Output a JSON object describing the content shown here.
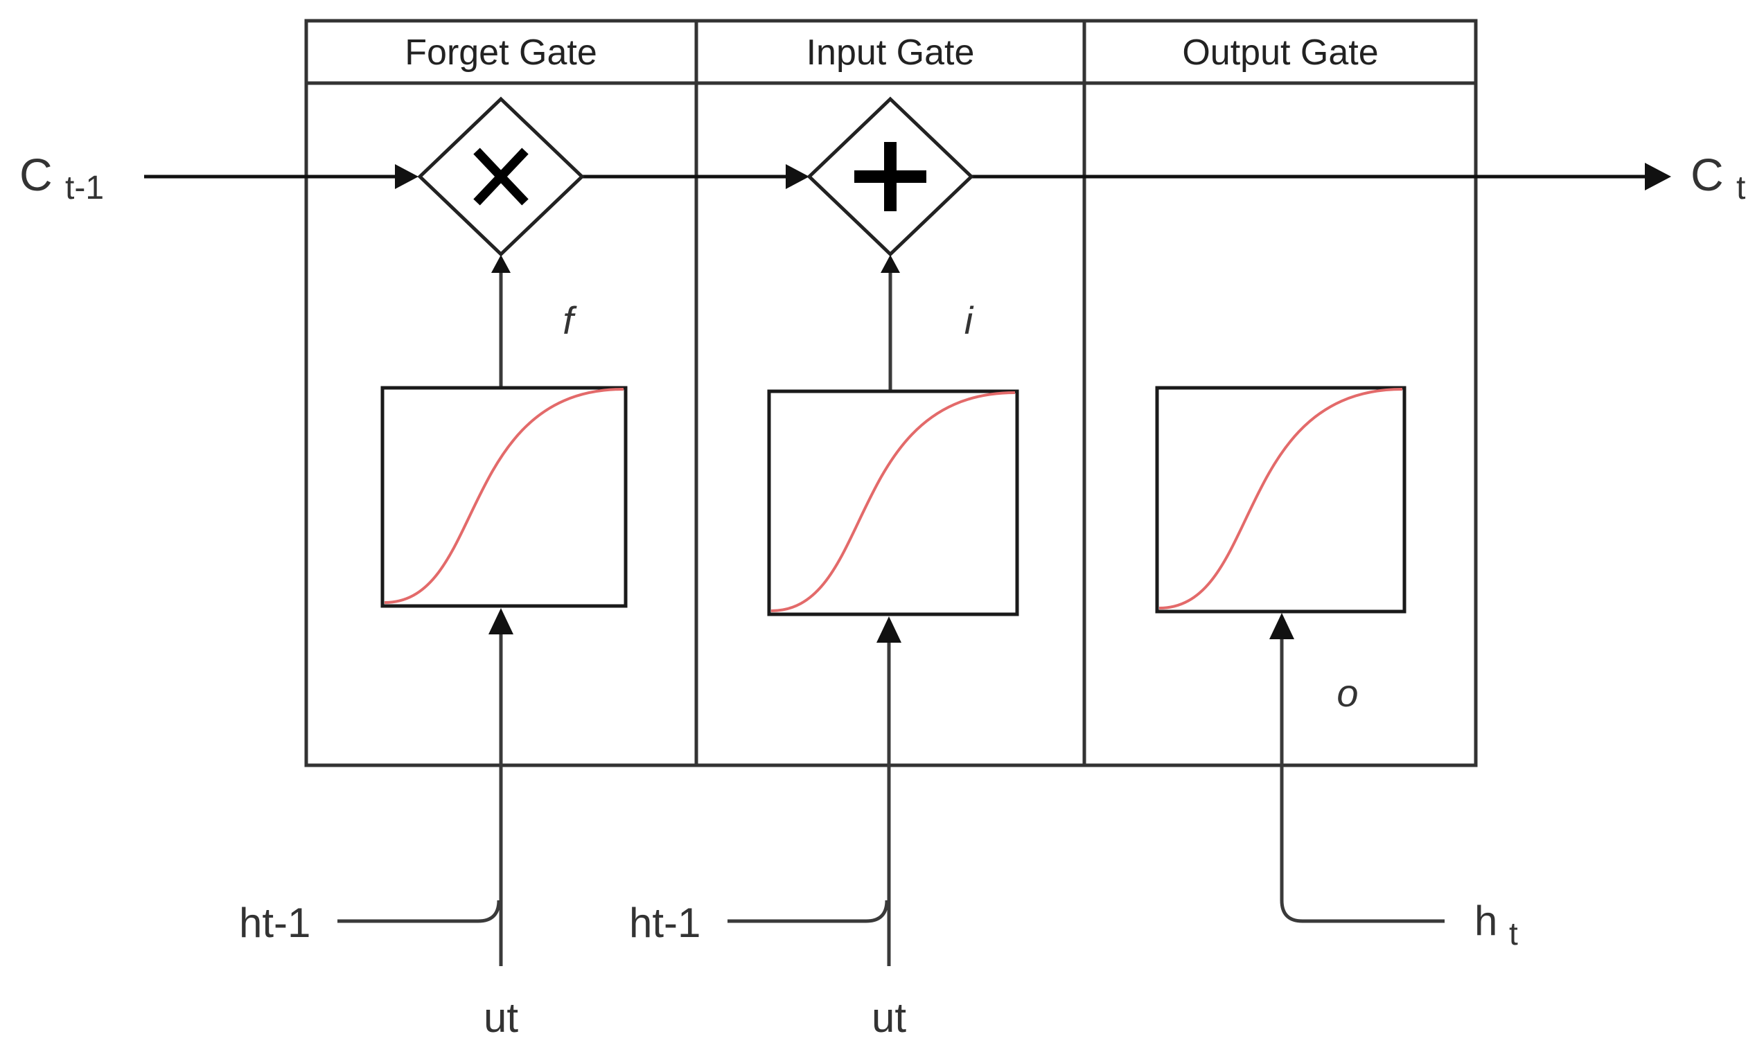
{
  "headers": {
    "forget": "Forget Gate",
    "input": "Input Gate",
    "output": "Output Gate"
  },
  "cell_state": {
    "in_base": "C",
    "in_sub": "t-1",
    "out_base": "C",
    "out_sub": "t"
  },
  "gate_outputs": {
    "forget": "f",
    "input": "i",
    "output": "o"
  },
  "operations": {
    "forget": "multiply",
    "input": "add"
  },
  "inputs": {
    "forget_h": "ht-1",
    "forget_u": "ut",
    "input_h": "ht-1",
    "input_u": "ut",
    "output_h_base": "h",
    "output_h_sub": "t"
  },
  "colors": {
    "sigmoid_curve": "#e36a6a",
    "lines": "#333333"
  },
  "icons": {
    "multiply": "multiply-icon",
    "add": "plus-icon",
    "sigmoid": "sigmoid-curve"
  }
}
